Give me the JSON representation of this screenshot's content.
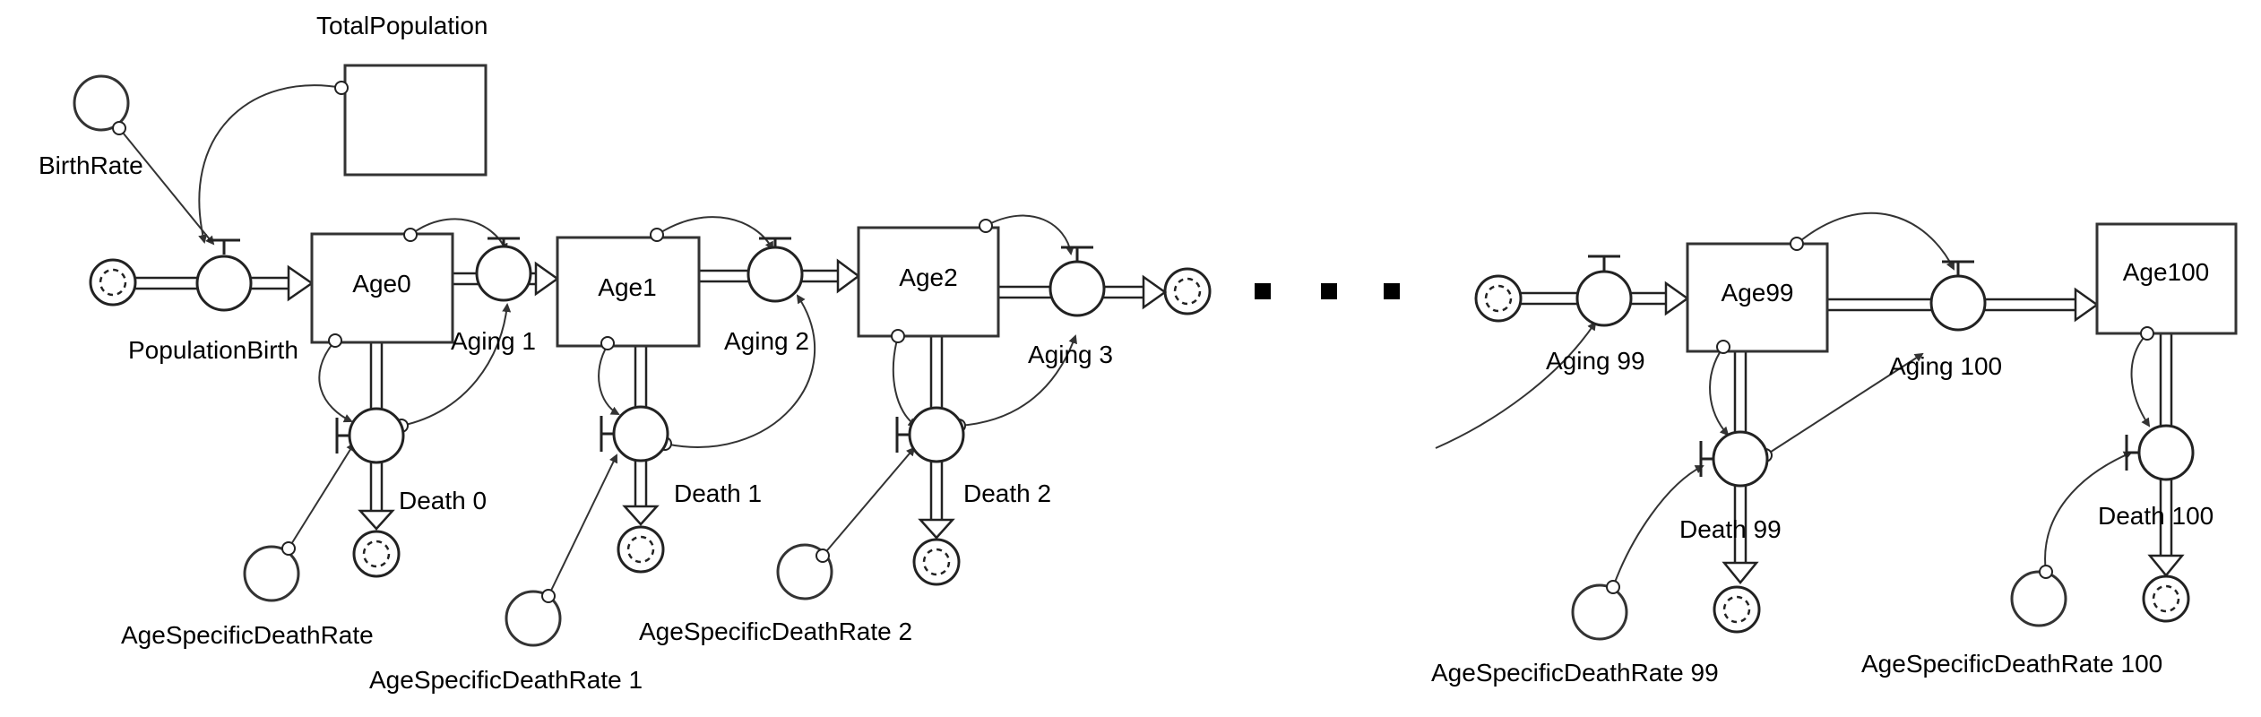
{
  "stocks": {
    "total_population": "TotalPopulation",
    "age0": "Age0",
    "age1": "Age1",
    "age2": "Age2",
    "age99": "Age99",
    "age100": "Age100"
  },
  "flows": {
    "population_birth": "PopulationBirth",
    "aging_1": "Aging 1",
    "aging_2": "Aging 2",
    "aging_3": "Aging 3",
    "aging_99": "Aging 99",
    "aging_100": "Aging 100",
    "death_0": "Death 0",
    "death_1": "Death 1",
    "death_2": "Death 2",
    "death_99": "Death 99",
    "death_100": "Death 100"
  },
  "converters": {
    "birth_rate": "BirthRate",
    "asdr": "AgeSpecificDeathRate",
    "asdr_1": "AgeSpecificDeathRate 1",
    "asdr_2": "AgeSpecificDeathRate 2",
    "asdr_99": "AgeSpecificDeathRate 99",
    "asdr_100": "AgeSpecificDeathRate 100"
  }
}
